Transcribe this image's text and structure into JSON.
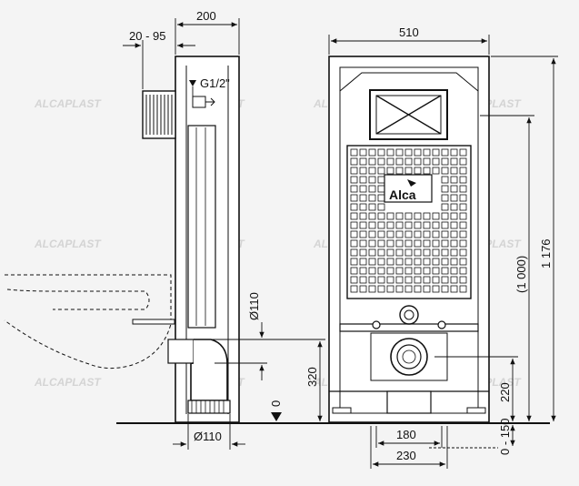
{
  "dimensions": {
    "top_depth": "200",
    "top_offset": "20 - 95",
    "top_width": "510",
    "thread": "G1/2\"",
    "pipe_vertical": "Ø110",
    "pipe_bottom": "Ø110",
    "inlet_height": "320",
    "zero_mark": "0",
    "total_height": "1 176",
    "inner_height": "(1 000)",
    "flange_height": "220",
    "flush_adjust": "0 - 150",
    "fix_spacing": "180",
    "bottom_width": "230"
  },
  "brand": {
    "logo": "Alca",
    "watermark": "ALCAPLAST"
  },
  "colors": {
    "line": "#111111",
    "background": "#f4f4f4",
    "watermark": "#d4d4d4"
  }
}
